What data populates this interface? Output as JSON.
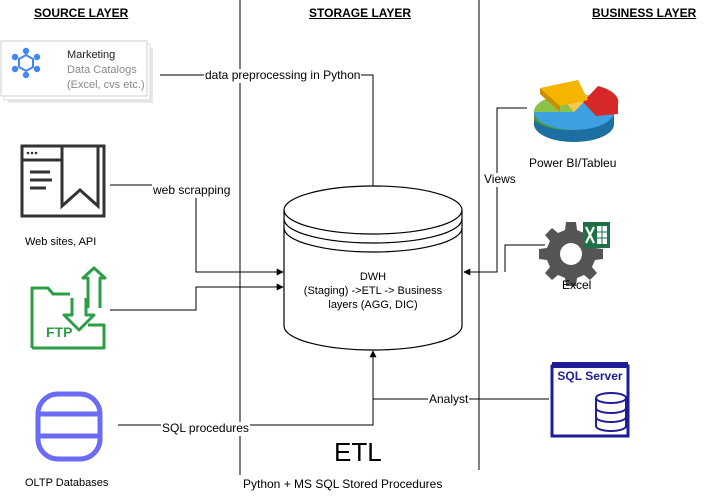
{
  "headers": {
    "source": "SOURCE LAYER",
    "storage": "STORAGE LAYER",
    "business": "BUSINESS LAYER"
  },
  "sources": {
    "catalog_title": "Marketing",
    "catalog_line1": "Data Catalogs",
    "catalog_line2": "(Excel, cvs etc.)",
    "web": "Web sites, API",
    "oltp": "OLTP Databases",
    "ftp_icon_text": "FTP"
  },
  "edges": {
    "preprocessing": "data preprocessing in Python",
    "web_scrapping": "web scrapping",
    "sql_procedures": "SQL procedures",
    "views": "Views",
    "analyst": "Analyst"
  },
  "dwh": {
    "line1": "DWH",
    "line2": "(Staging) ->ETL -> Business",
    "line3": "layers (AGG, DIC)"
  },
  "business": {
    "bi": "Power BI/Tableu",
    "excel": "Excel",
    "sqlserver_icon_text": "SQL Server"
  },
  "etl": {
    "title": "ETL",
    "subtitle": "Python + MS SQL Stored Procedures"
  },
  "colors": {
    "ftp_green": "#2e9e46",
    "db_purple": "#6b6bf5",
    "sqlserver_navy": "#1e1e96",
    "excel_green": "#1e7145",
    "gear_gray": "#555555"
  }
}
